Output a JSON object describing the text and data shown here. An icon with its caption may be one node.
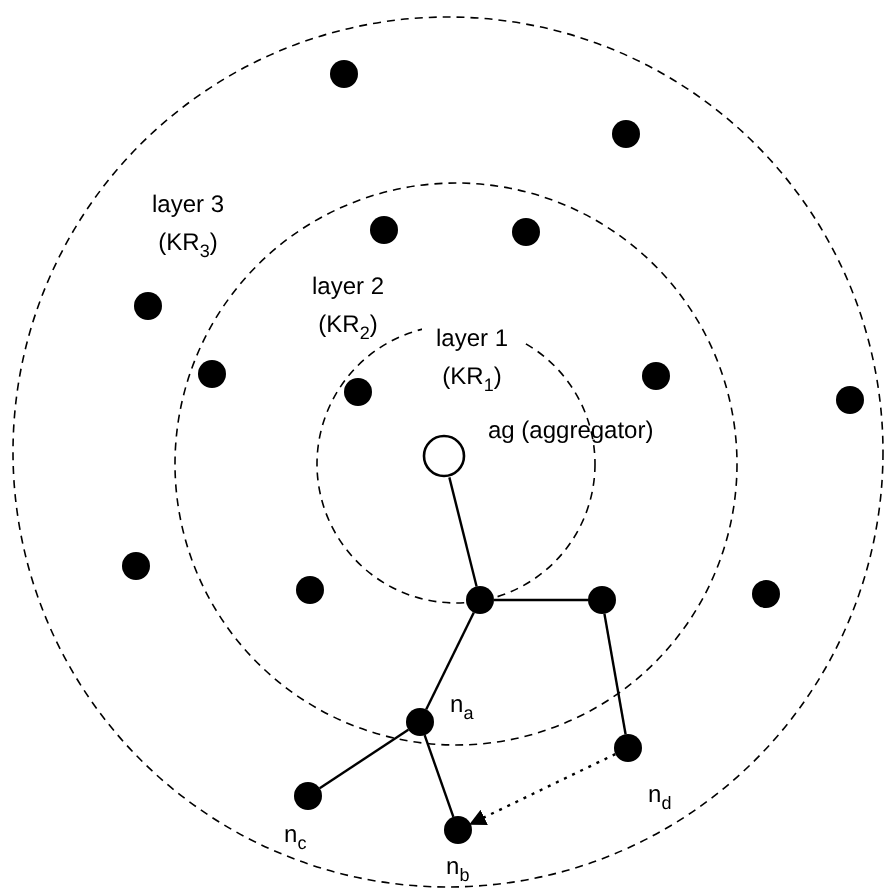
{
  "diagram": {
    "nodes": [
      {
        "text": [
          "layer 3 (KR$_{3}$)"
        ]
      },
      {
        "text": [
          "layer 2 (KR$_{2}$)"
        ],
        "in": 0
      },
      {
        "text": [
          "layer 1 (KR$_{1}$)"
        ],
        "in": 1
      },
      {
        "text": [],
        "shape": "circle",
        "in": 0
      },
      {
        "text": [],
        "shape": "circle",
        "in": 0
      },
      {
        "text": [],
        "shape": "circle",
        "in": 1
      },
      {
        "text": [],
        "shape": "circle",
        "in": 1
      },
      {
        "text": [],
        "shape": "circle",
        "in": 0
      },
      {
        "text": [],
        "shape": "circle",
        "in": 1
      },
      {
        "text": [],
        "shape": "circle",
        "in": 2
      },
      {
        "text": [],
        "shape": "circle",
        "in": 1
      },
      {
        "text": [],
        "shape": "circle",
        "in": 0
      },
      {
        "text": [
          "ag (aggregator)"
        ],
        "in": 2
      },
      {
        "text": [],
        "shape": "circle",
        "in": 0
      },
      {
        "text": [],
        "shape": "circle",
        "in": 1
      },
      {
        "text": [],
        "shape": "circle",
        "in": 0
      },
      {
        "text": [],
        "shape": "circle",
        "in": 1
      },
      {
        "text": [],
        "shape": "circle",
        "in": 1
      },
      {
        "text": [
          "n$_{a}$"
        ],
        "in": 1
      },
      {
        "text": [
          "n$_{d}$"
        ],
        "in": 0
      },
      {
        "text": [
          "n$_{c}$"
        ],
        "in": 0
      },
      {
        "text": [
          "n$_{b}$"
        ],
        "in": 0
      }
    ],
    "edges": [
      {
        "from": 12,
        "to": 16,
        "arrow": "none"
      },
      {
        "from": 16,
        "to": 17,
        "arrow": "none"
      },
      {
        "from": 17,
        "to": 19,
        "arrow": "none"
      },
      {
        "from": 16,
        "to": 18,
        "arrow": "none"
      },
      {
        "from": 18,
        "to": 20,
        "arrow": "none"
      },
      {
        "from": 18,
        "to": 21,
        "arrow": "none"
      },
      {
        "from": 19,
        "to": 21,
        "arrow": "to",
        "style": "dashed"
      }
    ]
  }
}
